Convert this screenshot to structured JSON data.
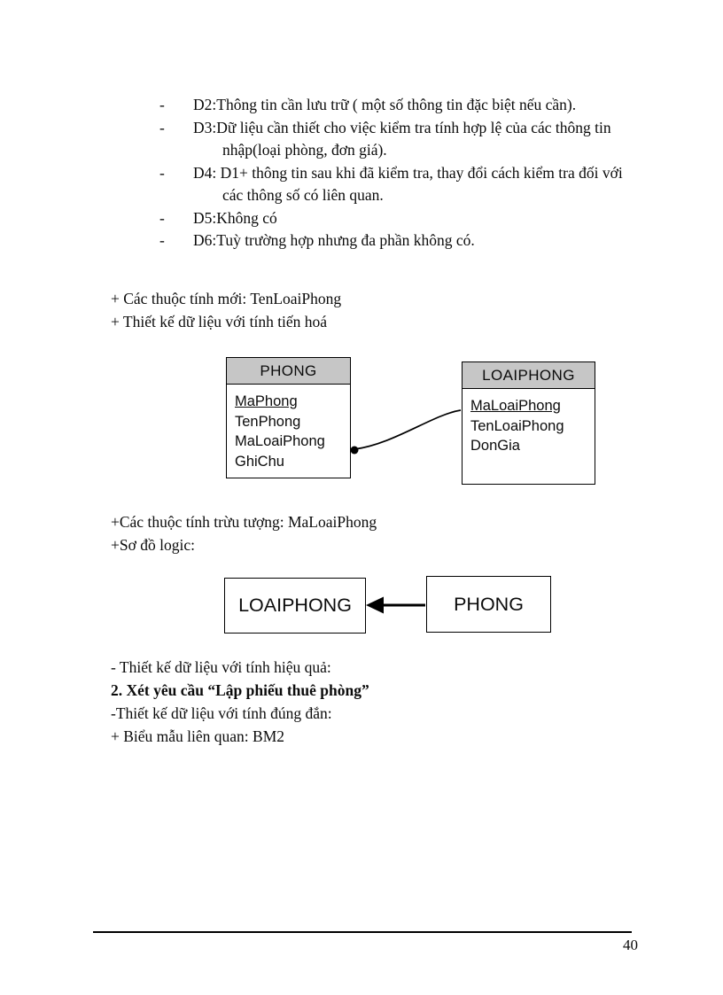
{
  "list": {
    "items": [
      {
        "marker": "-",
        "text": "D2:Thông tin cần lưu trữ ( một số thông tin đặc biệt nếu cần)."
      },
      {
        "marker": "-",
        "text": "D3:Dữ liệu cần thiết cho việc kiểm tra tính hợp lệ của các thông tin nhập(loại phòng, đơn giá)."
      },
      {
        "marker": "-",
        "text": "D4: D1+ thông tin sau khi đã kiểm tra, thay đổi cách kiểm tra đối với các thông số có liên quan."
      },
      {
        "marker": "-",
        "text": "D5:Không có"
      },
      {
        "marker": "-",
        "text": "D6:Tuỳ trường hợp nhưng đa phần không có."
      }
    ]
  },
  "notes1": {
    "line1": "+ Các thuộc tính mới: TenLoaiPhong",
    "line2": "+ Thiết kế dữ liệu với tính tiến hoá"
  },
  "er": {
    "phong": {
      "title": "PHONG",
      "fields": [
        "MaPhong",
        "TenPhong",
        "MaLoaiPhong",
        "GhiChu"
      ],
      "key_field": "MaPhong"
    },
    "loaiphong": {
      "title": "LOAIPHONG",
      "fields": [
        "MaLoaiPhong",
        "TenLoaiPhong",
        "DonGia"
      ],
      "key_field": "MaLoaiPhong"
    }
  },
  "notes2": {
    "line1": "+Các thuộc tính trừu tượng: MaLoaiPhong",
    "line2": "+Sơ đồ logic:"
  },
  "logic": {
    "left_box": "LOAIPHONG",
    "right_box": "PHONG"
  },
  "notes3": {
    "line1": "- Thiết kế dữ liệu với tính hiệu quả:",
    "line2": "2. Xét yêu cầu “Lập phiếu thuê phòng”",
    "line3": "-Thiết kế dữ liệu với tính đúng đắn:",
    "line4": "+ Biểu mẫu liên quan: BM2"
  },
  "footer": {
    "page_number": "40"
  }
}
